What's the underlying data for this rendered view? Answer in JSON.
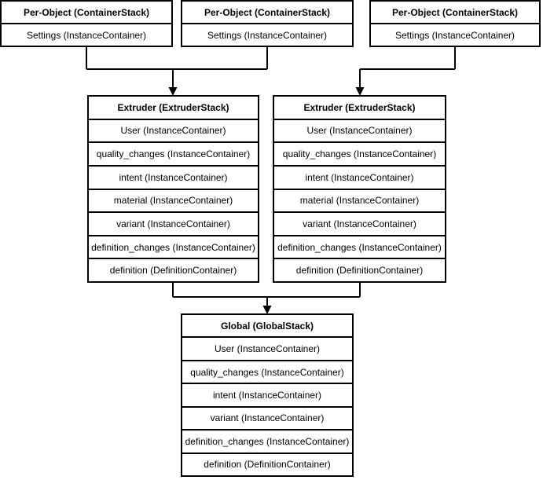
{
  "colors": {
    "background": "#ffffff",
    "box_fill": "#ffffff",
    "stroke": "#000000",
    "text": "#000000"
  },
  "boxes": {
    "per_object_1": {
      "title": "Per-Object (ContainerStack)",
      "rows": [
        "Settings (InstanceContainer)"
      ]
    },
    "per_object_2": {
      "title": "Per-Object (ContainerStack)",
      "rows": [
        "Settings (InstanceContainer)"
      ]
    },
    "per_object_3": {
      "title": "Per-Object (ContainerStack)",
      "rows": [
        "Settings (InstanceContainer)"
      ]
    },
    "extruder_left": {
      "title": "Extruder (ExtruderStack)",
      "rows": [
        "User (InstanceContainer)",
        "quality_changes (InstanceContainer)",
        "intent (InstanceContainer)",
        "material (InstanceContainer)",
        "variant (InstanceContainer)",
        "definition_changes (InstanceContainer)",
        "definition (DefinitionContainer)"
      ]
    },
    "extruder_right": {
      "title": "Extruder (ExtruderStack)",
      "rows": [
        "User (InstanceContainer)",
        "quality_changes (InstanceContainer)",
        "intent (InstanceContainer)",
        "material (InstanceContainer)",
        "variant (InstanceContainer)",
        "definition_changes (InstanceContainer)",
        "definition (DefinitionContainer)"
      ]
    },
    "global": {
      "title": "Global (GlobalStack)",
      "rows": [
        "User (InstanceContainer)",
        "quality_changes (InstanceContainer)",
        "intent (InstanceContainer)",
        "variant (InstanceContainer)",
        "definition_changes (InstanceContainer)",
        "definition (DefinitionContainer)"
      ]
    }
  }
}
